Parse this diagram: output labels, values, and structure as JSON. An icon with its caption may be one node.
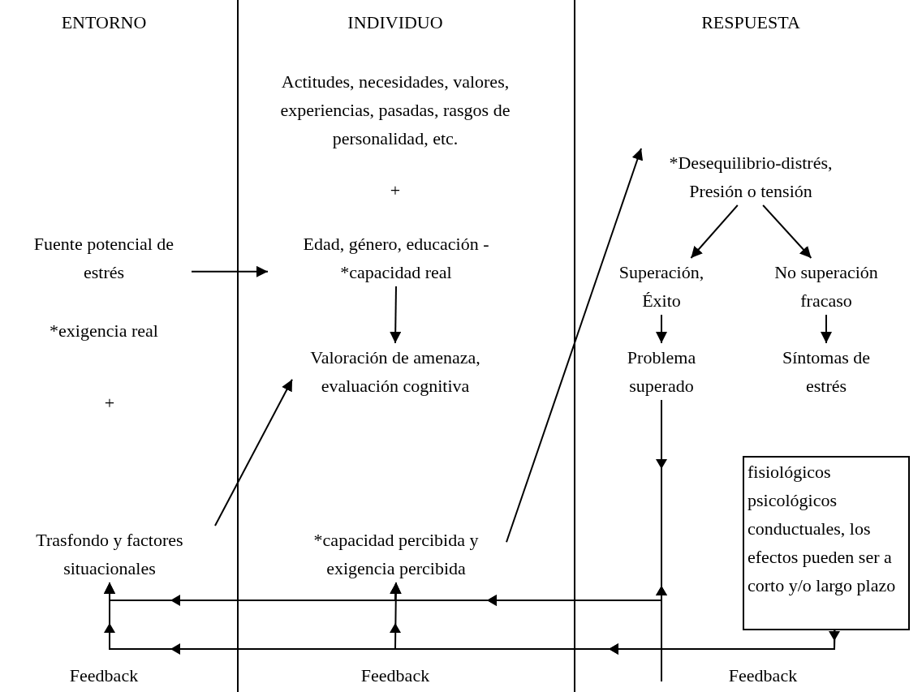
{
  "diagram": {
    "nodes": [
      {
        "text": [
          "Fuente potencial de estrés"
        ]
      },
      {
        "text": [
          "*exigencia real"
        ]
      },
      {
        "text": [
          "Trasfondo y factores situacionales"
        ]
      },
      {
        "text": [
          "Actitudes, necesidades, valores, experiencias, pasadas, rasgos de personalidad, etc."
        ]
      },
      {
        "text": [
          "Edad, género, educación - *capacidad real"
        ]
      },
      {
        "text": [
          "Valoración de amenaza, evaluación cognitiva"
        ]
      },
      {
        "text": [
          "*capacidad percibida y exigencia percibida"
        ]
      },
      {
        "text": [
          "*Desequilibrio-distrés, Presión o tensión"
        ]
      },
      {
        "text": [
          "Superación, Éxito"
        ]
      },
      {
        "text": [
          "No superación fracaso"
        ]
      },
      {
        "text": [
          "Problema superado"
        ]
      },
      {
        "text": [
          "Síntomas de estrés"
        ]
      },
      {
        "text": [
          "fisiológicos psicológicos conductuales, los efectos pueden ser a corto y/o largo plazo"
        ]
      }
    ],
    "edges": [
      {
        "from": 0,
        "to": 4,
        "arrow": "to"
      },
      {
        "from": 4,
        "to": 5,
        "arrow": "to"
      },
      {
        "from": 2,
        "to": 5,
        "arrow": "to"
      },
      {
        "from": 6,
        "to": 7,
        "arrow": "to"
      },
      {
        "from": 7,
        "to": 8,
        "arrow": "to"
      },
      {
        "from": 7,
        "to": 9,
        "arrow": "to"
      },
      {
        "from": 8,
        "to": 10,
        "arrow": "to"
      },
      {
        "from": 9,
        "to": 11,
        "arrow": "to"
      },
      {
        "from": 10,
        "to": 2,
        "arrow": "to"
      },
      {
        "from": 10,
        "to": 6,
        "arrow": "to"
      },
      {
        "from": 12,
        "to": 2,
        "arrow": "to"
      },
      {
        "from": 12,
        "to": 6,
        "arrow": "to"
      },
      {
        "from": null,
        "to": 2,
        "arrow": "to"
      },
      {
        "from": null,
        "to": 6,
        "arrow": "to"
      }
    ],
    "labels": [
      "ENTORNO",
      "INDIVIDUO",
      "RESPUESTA",
      "+",
      "+",
      "Feedback",
      "Feedback",
      "Feedback"
    ]
  }
}
